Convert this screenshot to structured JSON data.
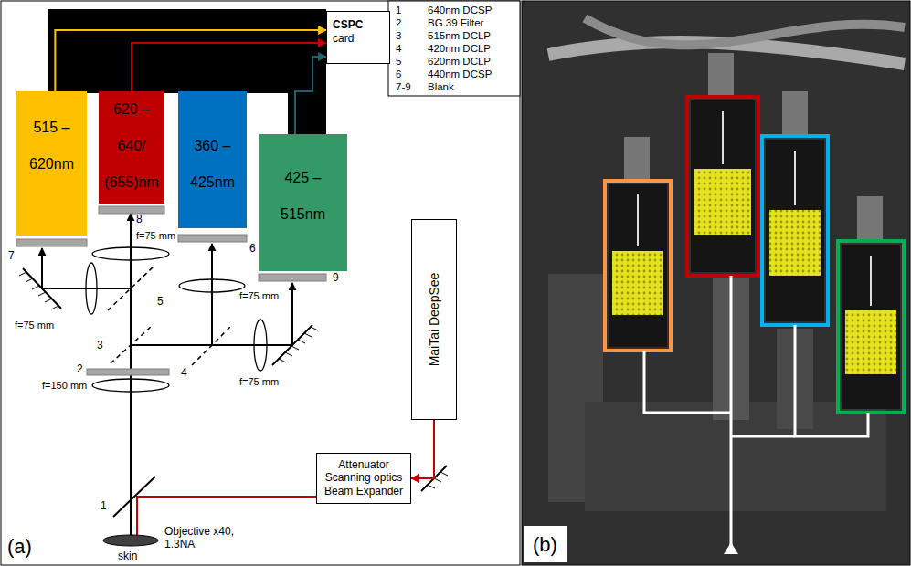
{
  "diagram": {
    "nodes": [
      {
        "text": [
          "CSPC",
          "card"
        ]
      },
      {
        "text": [
          "515 – 620nm"
        ]
      },
      {
        "text": [
          "620 – 640/ (655)nm"
        ]
      },
      {
        "text": [
          "360 – 425nm"
        ]
      },
      {
        "text": [
          "425 – 515nm"
        ]
      },
      {
        "text": [
          "MaiTai DeepSee"
        ]
      },
      {
        "text": [
          "Attenuator Scanning optics Beam Expander"
        ]
      }
    ],
    "edges": [
      {
        "from": 1,
        "to": 0,
        "arrow": "to"
      },
      {
        "from": 2,
        "to": 0,
        "arrow": "to"
      },
      {
        "from": 4,
        "to": 0,
        "arrow": "to"
      },
      {
        "from": 5,
        "to": 6,
        "arrow": "to"
      }
    ],
    "labels": [
      "1",
      "640nm DCSP",
      "2",
      "BG 39 Filter",
      "3",
      "515nm DCLP",
      "4",
      "420nm DCLP",
      "5",
      "620nm DCLP",
      "6",
      "440nm DCSP",
      "7-9",
      "Blank",
      "8",
      "7",
      "6",
      "9",
      "5",
      "3",
      "4",
      "2",
      "1",
      "f=75 mm",
      "f=75 mm",
      "f=75 mm",
      "f=75 mm",
      "f=150 mm",
      "Objective x40, 1.3NA",
      "skin",
      "(a)",
      "(b)"
    ]
  }
}
